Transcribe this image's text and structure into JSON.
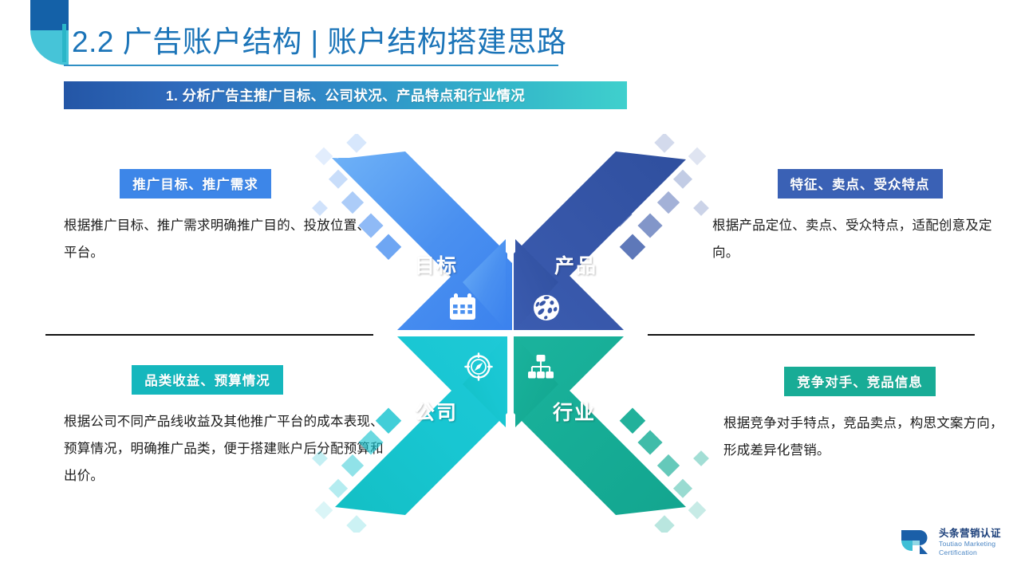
{
  "slide": {
    "title": "2.2 广告账户结构 | 账户结构搭建思路",
    "subtitle_banner": "1. 分析广告主推广目标、公司状况、产品特点和行业情况"
  },
  "colors": {
    "title_blue": "#1b74b8",
    "title_accent": "#2bb6c8",
    "corner_dark": "#1461a8",
    "corner_cyan": "#46c4d8",
    "tag_blue": "#3d86e8",
    "tag_navy": "#3a61b5",
    "tag_teal_light": "#15b7bd",
    "tag_teal_dark": "#18ac96",
    "quad_goal": "#4a90f0",
    "quad_product": "#3656a8",
    "quad_company": "#17c3cf",
    "quad_industry": "#16ad96"
  },
  "blocks": {
    "goal": {
      "tag": "推广目标、推广需求",
      "body": "根据推广目标、推广需求明确推广目的、投放位置、平台。"
    },
    "product": {
      "tag": "特征、卖点、受众特点",
      "body": "根据产品定位、卖点、受众特点，适配创意及定向。"
    },
    "company": {
      "tag": "品类收益、预算情况",
      "body": "根据公司不同产品线收益及其他推广平台的成本表现、预算情况，明确推广品类，便于搭建账户后分配预算和出价。"
    },
    "industry": {
      "tag": "竞争对手、竞品信息",
      "body": "根据竞争对手特点，竞品卖点，构思文案方向，形成差异化营销。"
    }
  },
  "diagram": {
    "quadrants": [
      {
        "key": "goal",
        "label": "目标",
        "icon": "calendar-icon",
        "color": "#4a90f0"
      },
      {
        "key": "product",
        "label": "产品",
        "icon": "globe-icon",
        "color": "#3656a8"
      },
      {
        "key": "company",
        "label": "公司",
        "icon": "compass-icon",
        "color": "#17c3cf"
      },
      {
        "key": "industry",
        "label": "行业",
        "icon": "sitemap-icon",
        "color": "#16ad96"
      }
    ]
  },
  "logo": {
    "name_cn": "头条营销认证",
    "name_en_line1": "Toutiao Marketing",
    "name_en_line2": "Certification"
  }
}
